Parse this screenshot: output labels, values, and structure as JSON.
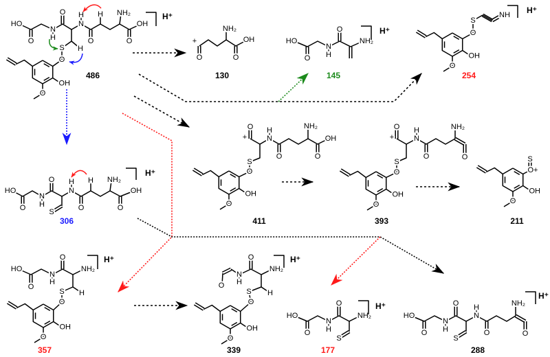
{
  "atoms": {
    "HO": "HO",
    "OH": "OH",
    "O": "O",
    "N": "N",
    "H": "H",
    "S": "S",
    "NH2": "NH₂",
    "NH": "NH",
    "plus": "+",
    "Oplus": "O+"
  },
  "charge_label": "H⁺",
  "compounds": [
    {
      "id": "486",
      "color": "#000000"
    },
    {
      "id": "130",
      "color": "#000000"
    },
    {
      "id": "145",
      "color": "#1b8a1b"
    },
    {
      "id": "254",
      "color": "#ff1a1a"
    },
    {
      "id": "411",
      "color": "#000000"
    },
    {
      "id": "393",
      "color": "#000000"
    },
    {
      "id": "211",
      "color": "#000000"
    },
    {
      "id": "306",
      "color": "#1a1aff"
    },
    {
      "id": "357",
      "color": "#ff1a1a"
    },
    {
      "id": "339",
      "color": "#000000"
    },
    {
      "id": "177",
      "color": "#ff1a1a"
    },
    {
      "id": "288",
      "color": "#000000"
    }
  ],
  "colors": {
    "black": "#000000",
    "red": "#ff1a1a",
    "green": "#1b8a1b",
    "blue": "#1a1aff"
  }
}
